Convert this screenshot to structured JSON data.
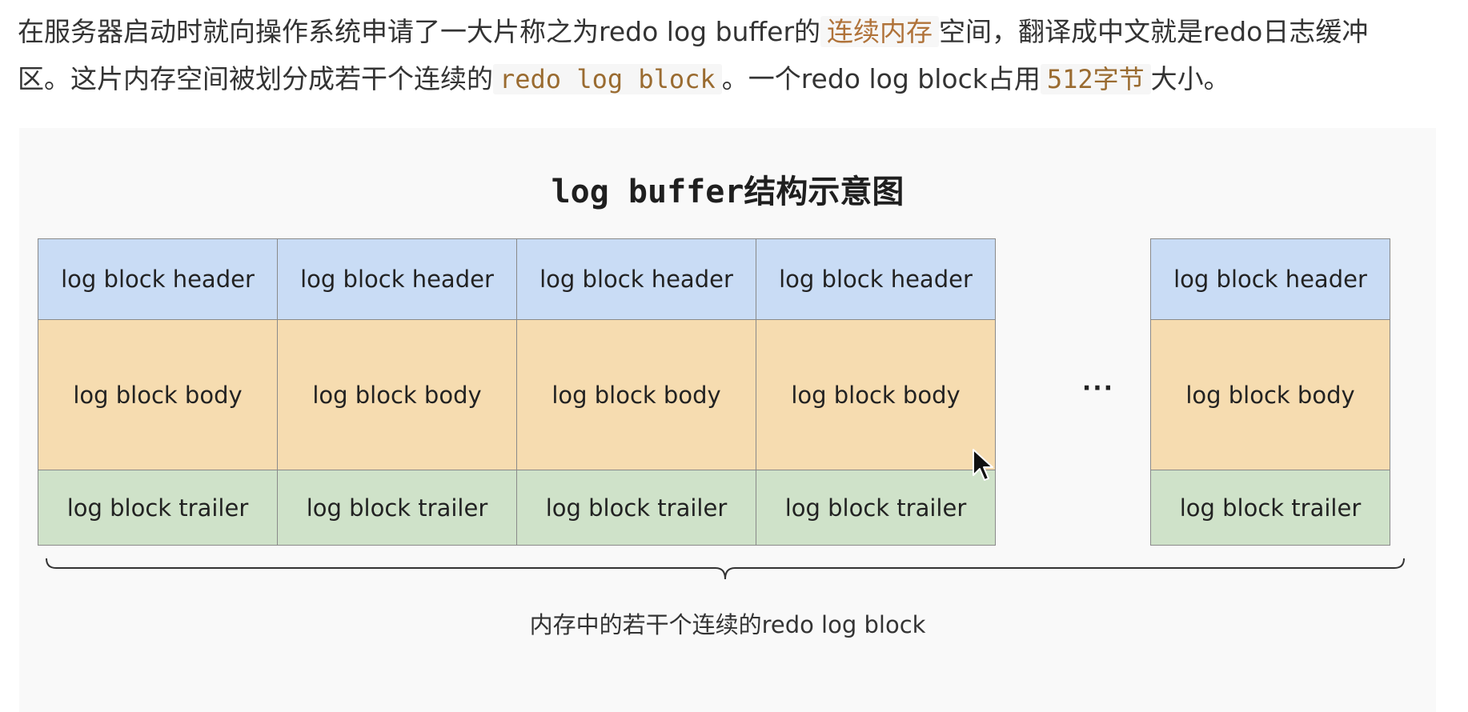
{
  "article": {
    "line1_a": "在服务器启动时就向操作系统申请了一大片称之为redo log buffer的",
    "line1_highlight": "连续内存",
    "line1_b": "空间，翻译成中文就是redo日志缓冲",
    "line2_a": "区。这片内存空间被划分成若干个连续的",
    "line2_code": "redo log block",
    "line2_b": "。一个redo log block占用",
    "line2_size": "512字节",
    "line2_c": "大小。"
  },
  "figure": {
    "title": "log buffer结构示意图",
    "blocks": [
      {
        "header": "log block header",
        "body": "log block body",
        "trailer": "log block trailer"
      },
      {
        "header": "log block header",
        "body": "log block body",
        "trailer": "log block trailer"
      },
      {
        "header": "log block header",
        "body": "log block body",
        "trailer": "log block trailer"
      },
      {
        "header": "log block header",
        "body": "log block body",
        "trailer": "log block trailer"
      },
      {
        "header": "log block header",
        "body": "log block body",
        "trailer": "log block trailer"
      }
    ],
    "ellipsis": "···",
    "caption": "内存中的若干个连续的redo log block"
  },
  "colors": {
    "header": "#c9dcf5",
    "body": "#f6dcb0",
    "trailer": "#cfe2c9",
    "highlight_text": "#b0733a"
  },
  "icons": {
    "cursor": "mouse-pointer-icon",
    "brace": "curly-brace-icon"
  }
}
